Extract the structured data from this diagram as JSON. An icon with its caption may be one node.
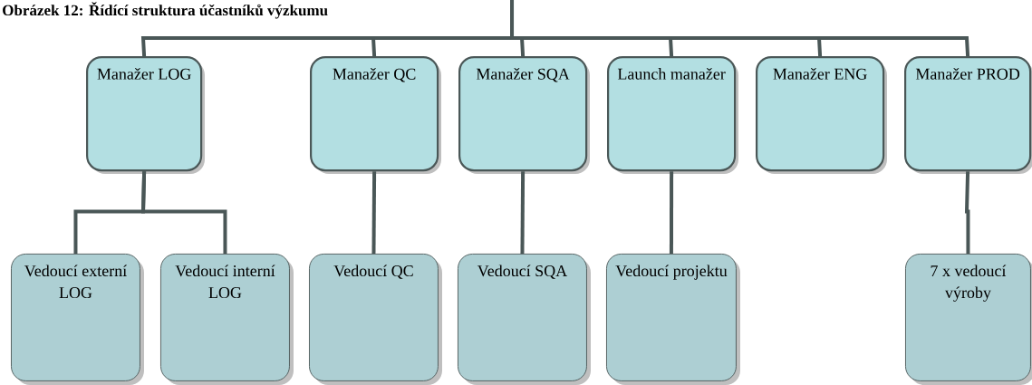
{
  "diagram": {
    "title": "Obrázek 12: Řídící struktura účastníků výzkumu",
    "nodes": [
      {
        "text": [
          "Manažer LOG"
        ]
      },
      {
        "text": [
          "Manažer QC"
        ]
      },
      {
        "text": [
          "Manažer SQA"
        ]
      },
      {
        "text": [
          "Launch manažer"
        ]
      },
      {
        "text": [
          "Manažer ENG"
        ]
      },
      {
        "text": [
          "Manažer PROD"
        ]
      },
      {
        "text": [
          "Vedoucí externí LOG"
        ]
      },
      {
        "text": [
          "Vedoucí interní LOG"
        ]
      },
      {
        "text": [
          "Vedoucí QC"
        ]
      },
      {
        "text": [
          "Vedoucí SQA"
        ]
      },
      {
        "text": [
          "Vedoucí projektu"
        ]
      },
      {
        "text": [
          "7 x vedoucí výroby"
        ]
      }
    ],
    "edges": [
      {
        "from": null,
        "to": 0,
        "arrow": "none"
      },
      {
        "from": null,
        "to": 1,
        "arrow": "none"
      },
      {
        "from": null,
        "to": 2,
        "arrow": "none"
      },
      {
        "from": null,
        "to": 3,
        "arrow": "none"
      },
      {
        "from": null,
        "to": 4,
        "arrow": "none"
      },
      {
        "from": null,
        "to": 5,
        "arrow": "none"
      },
      {
        "from": 0,
        "to": 6,
        "arrow": "none"
      },
      {
        "from": 0,
        "to": 7,
        "arrow": "none"
      },
      {
        "from": 1,
        "to": 8,
        "arrow": "none"
      },
      {
        "from": 2,
        "to": 9,
        "arrow": "none"
      },
      {
        "from": 3,
        "to": 10,
        "arrow": "none"
      },
      {
        "from": 5,
        "to": 11,
        "arrow": "none"
      }
    ]
  }
}
